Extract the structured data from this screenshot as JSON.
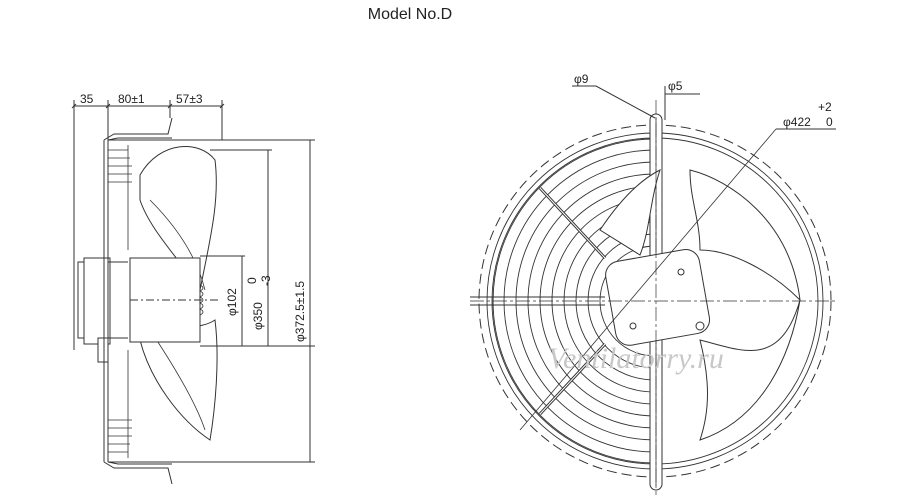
{
  "title": "Model No.D",
  "side_view": {
    "dim_35": "35",
    "dim_80": "80±1",
    "dim_57": "57±3",
    "dim_102": "φ102",
    "dim_350": "φ350",
    "dim_350_tol_upper": "0",
    "dim_350_tol_lower": "-3",
    "dim_372": "φ372.5±1.5"
  },
  "front_view": {
    "dim_9": "φ9",
    "dim_5": "φ5",
    "dim_422": "φ422",
    "dim_422_tol_upper": "+2",
    "dim_422_tol_lower": "0"
  },
  "watermark": "Ventilatorry.ru"
}
